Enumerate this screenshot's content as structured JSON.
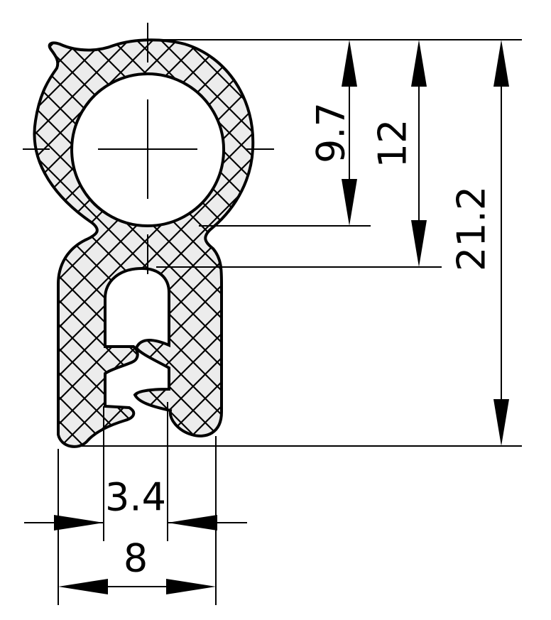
{
  "drawing": {
    "type": "technical-profile-drawing",
    "colors": {
      "profile_fill": "#ececec",
      "hatch": "#000000",
      "line": "#000000",
      "background": "#ffffff"
    },
    "dimensions": {
      "bulb_inner_diameter": "9.7",
      "bulb_top_to_clip_top": "12",
      "overall_height": "21.2",
      "slot_width": "3.4",
      "overall_width": "8"
    }
  }
}
